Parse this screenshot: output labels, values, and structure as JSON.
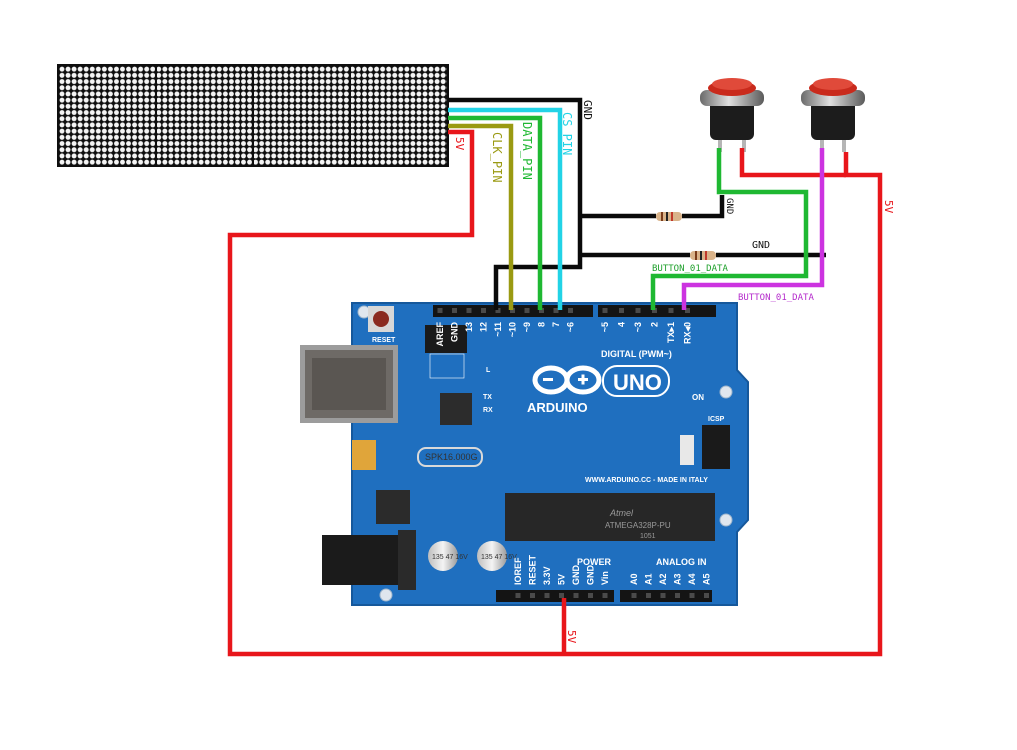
{
  "wire_labels": {
    "gnd_matrix": "GND",
    "cs_pin": "CS_PIN",
    "data_pin": "DATA_PIN",
    "clk_pin": "CLK_PIN",
    "v5_matrix": "5V",
    "gnd_button1": "GND",
    "gnd_button2": "GND",
    "button1_data": "BUTTON_01_DATA",
    "button2_data": "BUTTON_01_DATA",
    "v5_right": "5V",
    "v5_bottom": "5V"
  },
  "board": {
    "brand": "ARDUINO",
    "model": "UNO",
    "digital_header": "DIGITAL (PWM~)",
    "power_header": "POWER",
    "analog_header": "ANALOG IN",
    "url_text": "WWW.ARDUINO.CC - MADE IN ITALY",
    "chip_text": "ATMEGA328P-PU",
    "chip_brand": "Atmel",
    "chip_code": "1051",
    "crystal_text": "SPK16.000G",
    "reset_label": "RESET",
    "on_label": "ON",
    "tx_label": "TX",
    "rx_label": "RX",
    "l_label": "L",
    "icsp_label": "ICSP",
    "cap1_text": "135 47 16V",
    "cap2_text": "135 47 16V",
    "digital_pins": [
      "AREF",
      "GND",
      "13",
      "12",
      "~11",
      "~10",
      "~9",
      "8",
      "7",
      "~6",
      "~5",
      "4",
      "~3",
      "2",
      "TX▸1",
      "RX◂0"
    ],
    "power_pins": [
      "IOREF",
      "RESET",
      "3.3V",
      "5V",
      "GND",
      "GND",
      "Vin"
    ],
    "analog_pins": [
      "A0",
      "A1",
      "A2",
      "A3",
      "A4",
      "A5"
    ]
  },
  "colors": {
    "board_blue": "#1f6fbf",
    "wire_red": "#e8161b",
    "wire_black": "#0a0a0a",
    "wire_cyan": "#22d3e6",
    "wire_green": "#1fb832",
    "wire_olive": "#9a9a12",
    "wire_magenta": "#cc33e0",
    "label_green": "#1fa02c",
    "label_magenta": "#b52ccc"
  }
}
